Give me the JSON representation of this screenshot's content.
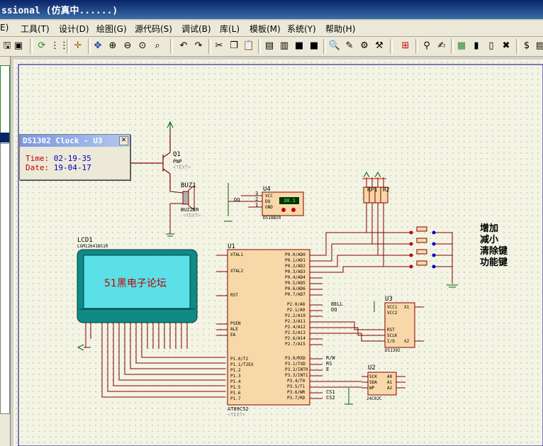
{
  "window": {
    "title": "ssional (仿真中......)"
  },
  "menu": [
    "E)",
    "工具(T)",
    "设计(D)",
    "绘图(G)",
    "源代码(S)",
    "调试(B)",
    "库(L)",
    "模板(M)",
    "系统(Y)",
    "帮助(H)"
  ],
  "toolbar_icons": [
    "save-icon",
    "refresh-icon",
    "grid-icon",
    "origin-icon",
    "pan-icon",
    "zoom-in-icon",
    "zoom-out-icon",
    "zoom-all-icon",
    "zoom-area-icon",
    "undo-icon",
    "redo-icon",
    "cut-icon",
    "copy-icon",
    "paste-icon",
    "block-copy-icon",
    "block-move-icon",
    "block-rotate-icon",
    "block-delete-icon",
    "pick-device-icon",
    "make-device-icon",
    "packaging-icon",
    "decompose-icon",
    "wire-autoroute-icon",
    "search-tag-icon",
    "property-assign-icon",
    "netlist-icon",
    "design-explorer-icon",
    "new-sheet-icon",
    "remove-sheet-icon",
    "bill-of-materials-icon",
    "ares-icon"
  ],
  "clock_window": {
    "title": "DS1302 Clock - U3",
    "time_label": "Time:",
    "time_value": "02-19-35",
    "date_label": "Date:",
    "date_value": "19-04-17"
  },
  "lcd": {
    "ref": "LCD1",
    "part": "LGM12641BS1R",
    "text": "51黑电子论坛"
  },
  "buttons": {
    "increase": "增加",
    "decrease": "减小",
    "clear": "清除键",
    "function": "功能键"
  },
  "components": {
    "q1": {
      "ref": "Q1",
      "type": "PNP",
      "text": "<TEXT>"
    },
    "buzzer": {
      "ref": "BUZ1",
      "type": "BUZZER",
      "text": "<TEXT>"
    },
    "u4": {
      "ref": "U4",
      "part": "DS18B20",
      "reading": "30.1",
      "pins": [
        "VCC",
        "DQ",
        "GND"
      ],
      "pin_nums": [
        "3",
        "2",
        "1"
      ],
      "net": "DQ"
    },
    "u1": {
      "ref": "U1",
      "part": "AT89C52",
      "text": "<TEXT>"
    },
    "u3": {
      "ref": "U3",
      "part": "DS1302",
      "pins_left": [
        "VCC1",
        "VCC2",
        "RST",
        "SCLK",
        "I/O"
      ],
      "pins_right": [
        "X1",
        "X2"
      ]
    },
    "u2": {
      "ref": "U2",
      "part": "24C02C",
      "pins_left": [
        "SCK",
        "SDA",
        "WP"
      ],
      "pins_right": [
        "A0",
        "A1",
        "A2"
      ]
    },
    "rp": {
      "ref": "RP1",
      "label": "R2"
    }
  },
  "u1_pins_left": [
    "XTAL1",
    "XTAL2",
    "RST",
    "PSEN",
    "ALE",
    "EA",
    "P1.0/T2",
    "P1.1/T2EX",
    "P1.2",
    "P1.3",
    "P1.4",
    "P1.5",
    "P1.6",
    "P1.7"
  ],
  "u1_pins_right": [
    "P0.0/AD0",
    "P0.1/AD1",
    "P0.2/AD2",
    "P0.3/AD3",
    "P0.4/AD4",
    "P0.5/AD5",
    "P0.6/AD6",
    "P0.7/AD7",
    "P2.0/A8",
    "P2.1/A9",
    "P2.2/A10",
    "P2.3/A11",
    "P2.4/A12",
    "P2.5/A13",
    "P2.6/A14",
    "P2.7/A15",
    "P3.0/RXD",
    "P3.1/TXD",
    "P3.2/INT0",
    "P3.3/INT1",
    "P3.4/T0",
    "P3.5/T1",
    "P3.6/WR",
    "P3.7/RD"
  ],
  "nets": {
    "bell": "BELL",
    "dq": "DQ",
    "rw": "R/W",
    "rs": "RS",
    "e": "E",
    "cs1": "CS1",
    "cs2": "CS2"
  }
}
